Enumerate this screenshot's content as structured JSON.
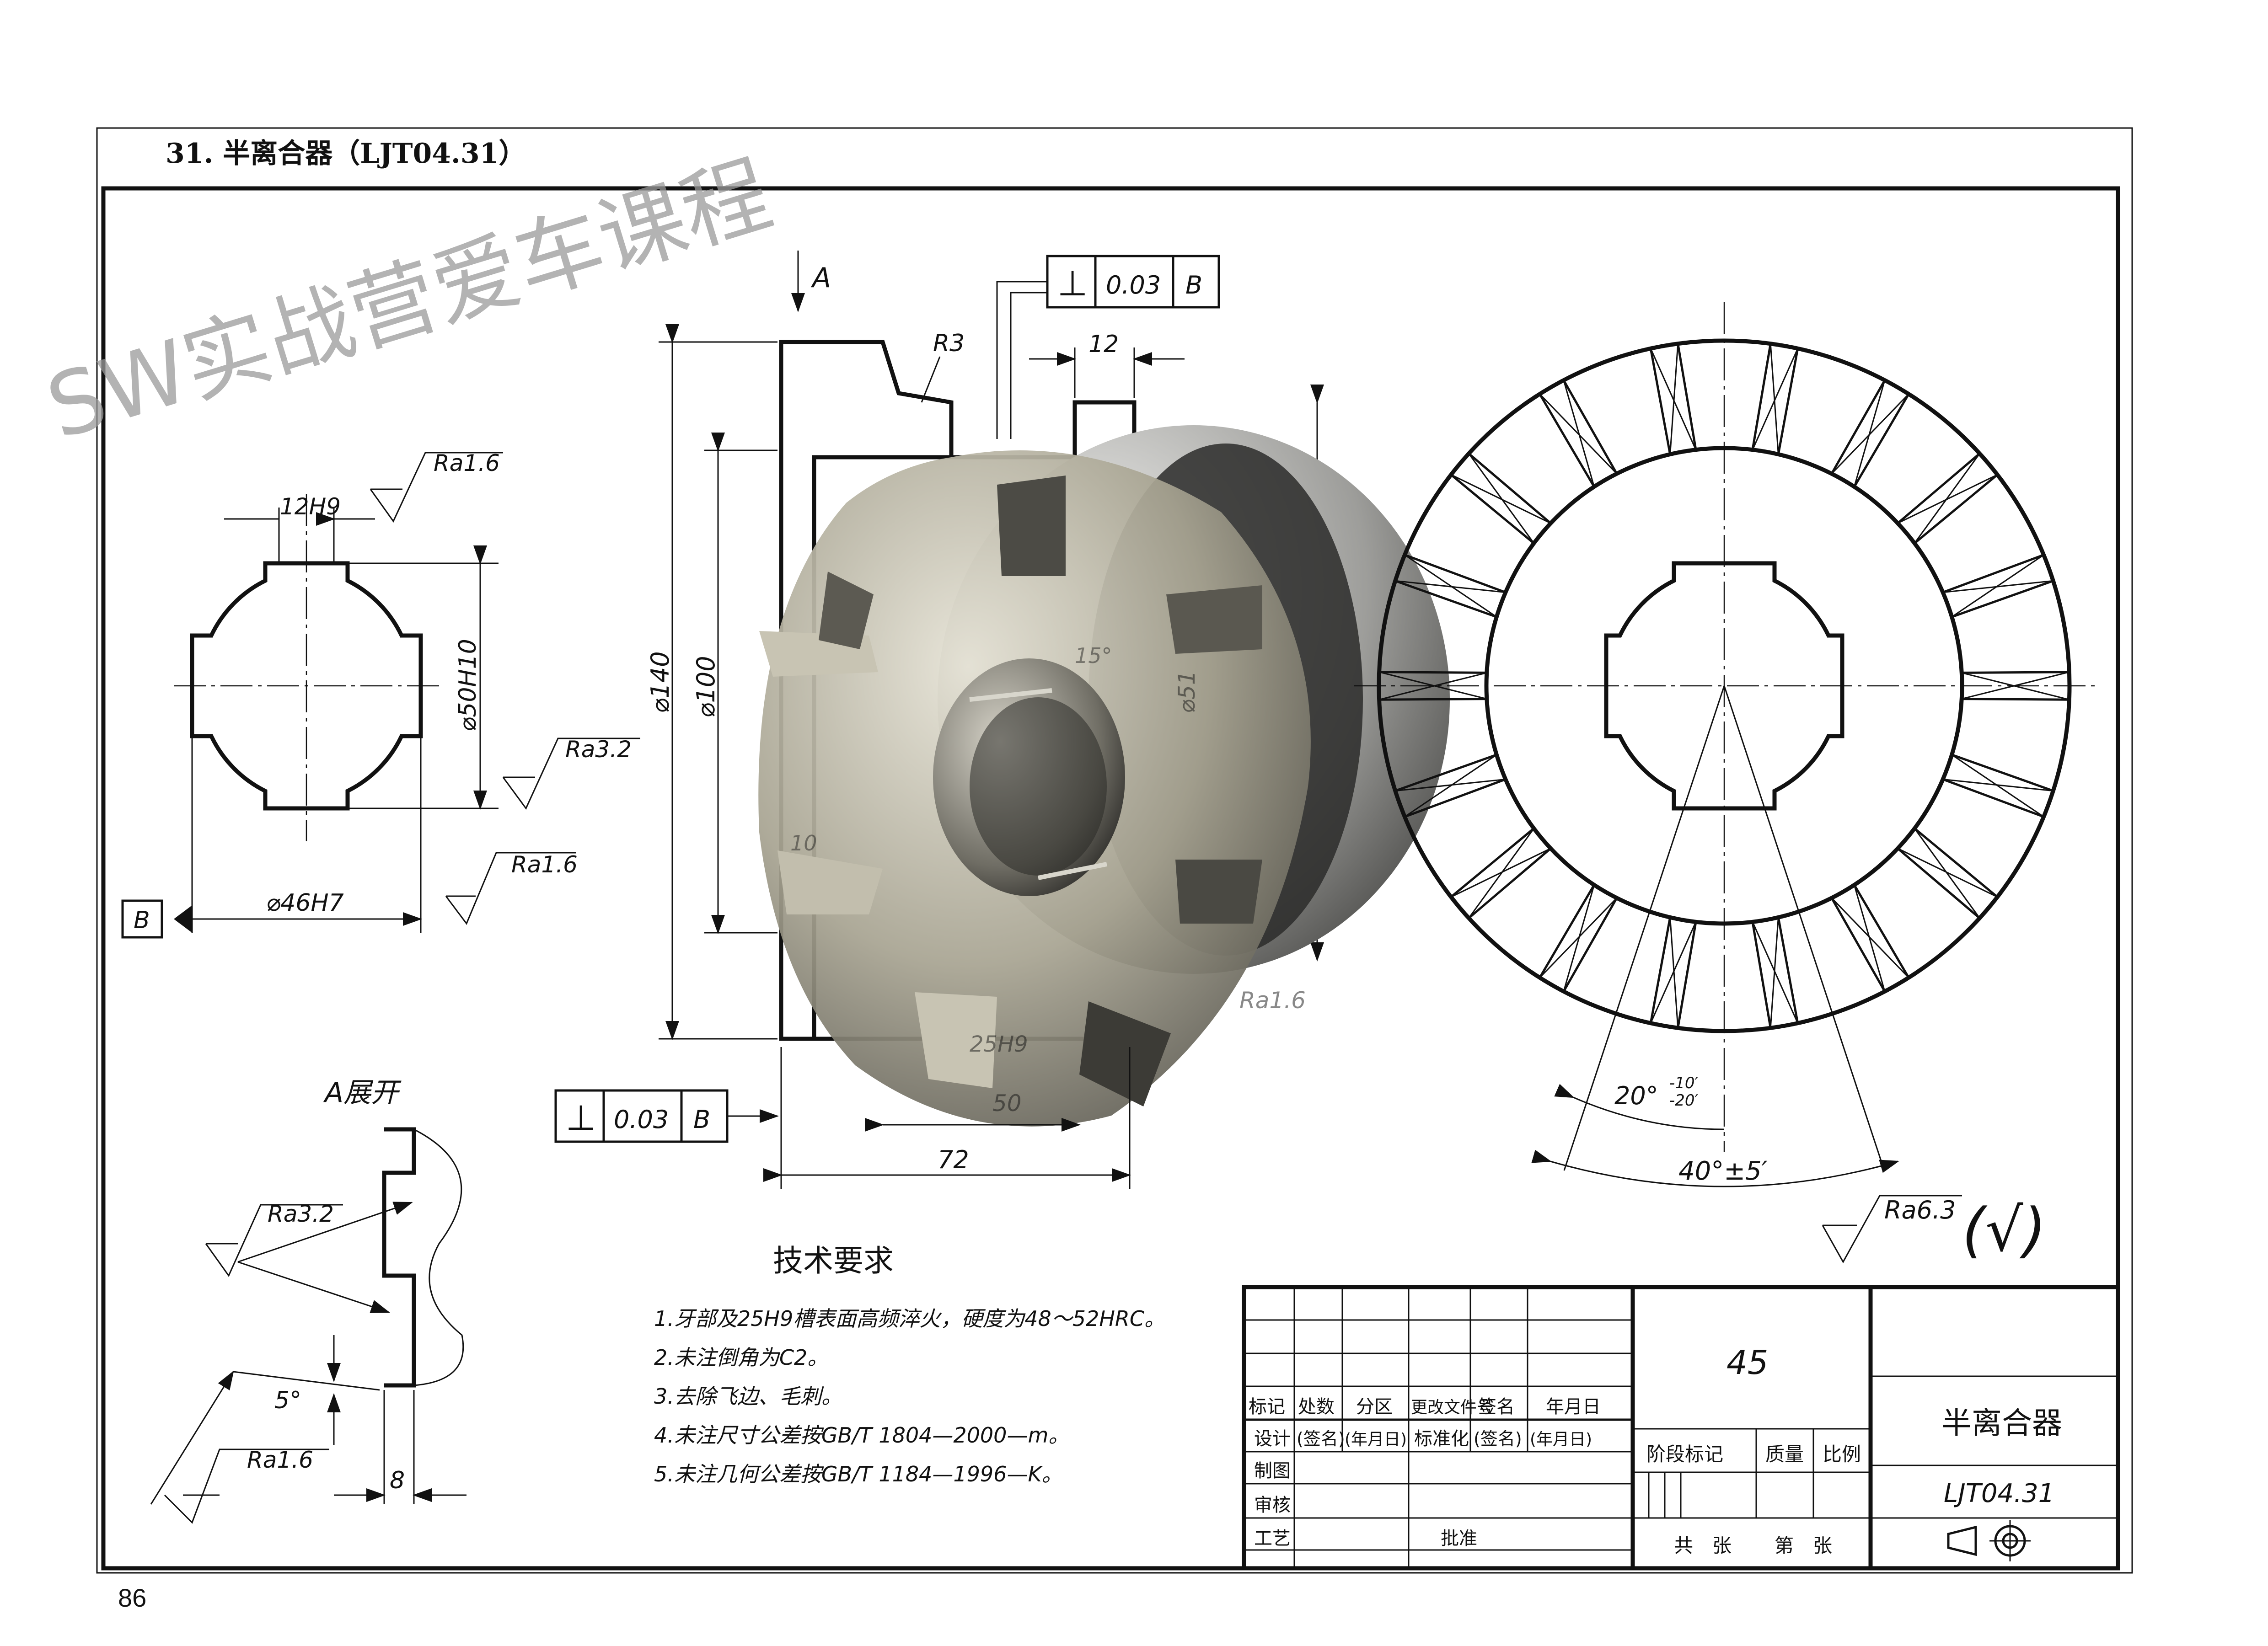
{
  "header": {
    "title": "31. 半离合器（LJT04.31）"
  },
  "watermark": "SW实战营爱车课程",
  "page_number": "86",
  "left_view": {
    "dim_width": "12H9",
    "dim_height": "⌀50H10",
    "dim_bore": "⌀46H7",
    "rough_1": "Ra1.6",
    "rough_2": "Ra3.2",
    "rough_3": "Ra1.6",
    "datum": "B"
  },
  "section_view": {
    "view_label": "A",
    "radius": "R3",
    "dim_12": "12",
    "tol_symbol": "⊥",
    "tol_value": "0.03",
    "tol_datum": "B",
    "dia_140": "⌀140",
    "dia_100": "⌀100",
    "dia_51": "⌀51",
    "angle_15": "15°",
    "dim_10": "10",
    "rough": "Ra1.6",
    "slot": "25H9",
    "dim_50": "50",
    "dim_72": "72",
    "tol2_symbol": "⊥",
    "tol2_value": "0.03",
    "tol2_datum": "B"
  },
  "right_view": {
    "angle_small": "20°",
    "angle_small_upper": "-10′",
    "angle_small_lower": "-20′",
    "angle_large": "40°±5′",
    "surface_rough": "Ra6.3",
    "surface_rest": "(√)"
  },
  "unfold_view": {
    "label": "A展开",
    "rough_1": "Ra3.2",
    "rough_2": "Ra1.6",
    "angle": "5°",
    "dim": "8"
  },
  "tech_req": {
    "title": "技术要求",
    "items": [
      "1.牙部及25H9槽表面高频淬火，硬度为48～52HRC。",
      "2.未注倒角为C2。",
      "3.去除飞边、毛刺。",
      "4.未注尺寸公差按GB/T 1804—2000—m。",
      "5.未注几何公差按GB/T 1184—1996—K。"
    ]
  },
  "title_block": {
    "material": "45",
    "part_name": "半离合器",
    "drawing_no": "LJT04.31",
    "row_headers": [
      "标记",
      "处数",
      "分区",
      "更改文件号",
      "签名",
      "年月日"
    ],
    "design_row": [
      "设计",
      "(签名)",
      "(年月日)",
      "标准化",
      "(签名)",
      "(年月日)"
    ],
    "draw_label": "制图",
    "check_label": "审核",
    "process_label": "工艺",
    "approve_label": "批准",
    "stage_label": "阶段标记",
    "weight_label": "质量",
    "scale_label": "比例",
    "sheets_total": "共　张",
    "sheet_no": "第　张"
  }
}
